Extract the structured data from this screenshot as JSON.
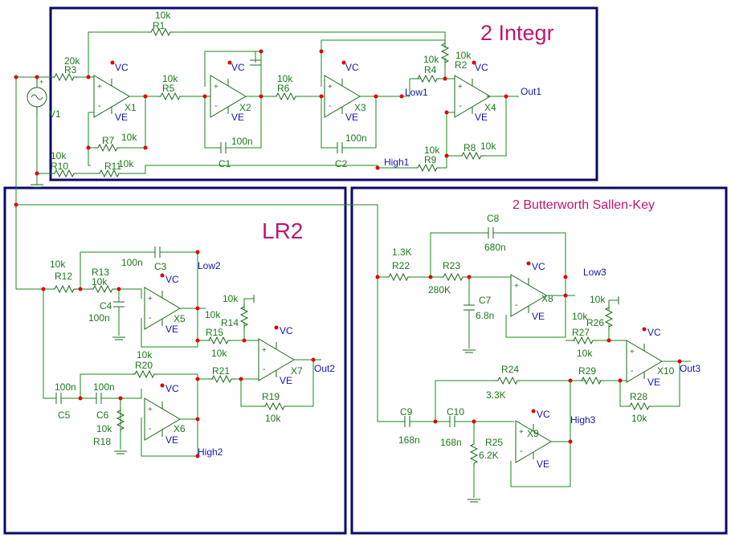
{
  "titles": {
    "integr": "2 Integr",
    "lr2": "LR2",
    "butterworth": "2 Butterworth Sallen-Key"
  },
  "colors": {
    "wire": "#1a8a1a",
    "frame": "#0a0a6a",
    "junction": "#e00000",
    "label": "#1a7a1a",
    "net": "#1414b4",
    "title": "#c0166e"
  },
  "source": {
    "name": "V1"
  },
  "nets": {
    "vc": "VC",
    "ve": "VE",
    "low1": "Low1",
    "high1": "High1",
    "out1": "Out1",
    "low2": "Low2",
    "high2": "High2",
    "out2": "Out2",
    "low3": "Low3",
    "high3": "High3",
    "out3": "Out3"
  },
  "opamps": {
    "x1": "X1",
    "x2": "X2",
    "x3": "X3",
    "x4": "X4",
    "x5": "X5",
    "x6": "X6",
    "x7": "X7",
    "x8": "X8",
    "x9": "X9",
    "x10": "X10"
  },
  "parts": {
    "r1": {
      "name": "R1",
      "value": "10k"
    },
    "r2": {
      "name": "R2",
      "value": "10k"
    },
    "r3": {
      "name": "R3",
      "value": "20k"
    },
    "r4": {
      "name": "R4",
      "value": "10k"
    },
    "r5": {
      "name": "R5",
      "value": "10k"
    },
    "r6": {
      "name": "R6",
      "value": "10k"
    },
    "r7": {
      "name": "R7",
      "value": "10k"
    },
    "r8": {
      "name": "R8",
      "value": "10k"
    },
    "r9": {
      "name": "R9",
      "value": "10k"
    },
    "r10": {
      "name": "R10",
      "value": "10k"
    },
    "r11": {
      "name": "R11",
      "value": "10k"
    },
    "c1": {
      "name": "C1",
      "value": "100n"
    },
    "c2": {
      "name": "C2",
      "value": "100n"
    },
    "r12": {
      "name": "R12",
      "value": "10k"
    },
    "r13": {
      "name": "R13",
      "value": "10k"
    },
    "r14": {
      "name": "R14",
      "value": "10k"
    },
    "r15": {
      "name": "R15",
      "value": "10k"
    },
    "r18": {
      "name": "R18",
      "value": "10k"
    },
    "r19": {
      "name": "R19",
      "value": "10k"
    },
    "r20": {
      "name": "R20",
      "value": "10k"
    },
    "r21": {
      "name": "R21",
      "value": "10k"
    },
    "c3": {
      "name": "C3",
      "value": "100n"
    },
    "c4": {
      "name": "C4",
      "value": "100n"
    },
    "c5": {
      "name": "C5",
      "value": "100n"
    },
    "c6": {
      "name": "C6",
      "value": "100n"
    },
    "r22": {
      "name": "R22",
      "value": "1.3K"
    },
    "r23": {
      "name": "R23",
      "value": "280K"
    },
    "r24": {
      "name": "R24",
      "value": "3.3K"
    },
    "r25": {
      "name": "R25",
      "value": "6.2K"
    },
    "r26": {
      "name": "R26",
      "value": "10k"
    },
    "r27": {
      "name": "R27",
      "value": "10k"
    },
    "r28": {
      "name": "R28",
      "value": "10k"
    },
    "r29": {
      "name": "R29",
      "value": ""
    },
    "c7": {
      "name": "C7",
      "value": "6.8n"
    },
    "c8": {
      "name": "C8",
      "value": "680n"
    },
    "c9": {
      "name": "C9",
      "value": "168n"
    },
    "c10": {
      "name": "C10",
      "value": "168n"
    }
  }
}
